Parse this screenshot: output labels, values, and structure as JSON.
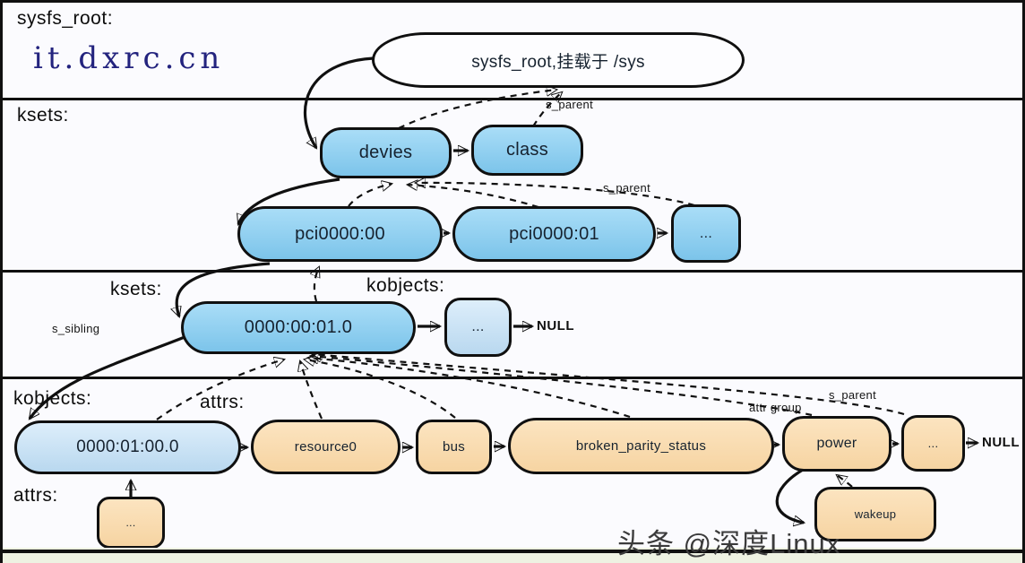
{
  "bands": {
    "band1_label": "sysfs_root:",
    "band2_label": "ksets:",
    "band3_label_left": "ksets:",
    "band3_label_right": "kobjects:",
    "band4_label_left": "kobjects:",
    "band4_label_attrs": "attrs:",
    "band5_label": "attrs:"
  },
  "nodes": {
    "root": "sysfs_root,挂载于 /sys",
    "devies": "devies",
    "class": "class",
    "pci00": "pci0000:00",
    "pci01": "pci0000:01",
    "pci_more": "...",
    "kset_dev": "0000:00:01.0",
    "kobj_more": "...",
    "kobj_dev": "0000:01:00.0",
    "resource0": "resource0",
    "bus": "bus",
    "bps": "broken_parity_status",
    "power": "power",
    "attr_more": "...",
    "attrs_more": "...",
    "wakeup": "wakeup"
  },
  "labels": {
    "s_parent_top": "s_parent",
    "s_parent_mid": "s_parent",
    "s_parent_bottom": "s_parent",
    "s_sibling": "s_sibling",
    "attr_group": "attr group",
    "null_kobjects": "NULL",
    "null_attrs": "NULL"
  },
  "watermarks": {
    "site": "it.dxrc.cn",
    "credit": "头条 @深度Linux"
  },
  "colors": {
    "bg": "#fbfbfe",
    "line": "#101010",
    "text_dark": "#16222f",
    "navy": "#23237e",
    "blue_top": "#a9ddf7",
    "blue_bottom": "#7cc4ea",
    "lblue_top": "#ddeefb",
    "lblue_bottom": "#b9d8ef",
    "peach_top": "#fce4c0",
    "peach_bottom": "#f6d4a2",
    "strip": "#eef2e2",
    "wm": "#3b3b3b"
  }
}
